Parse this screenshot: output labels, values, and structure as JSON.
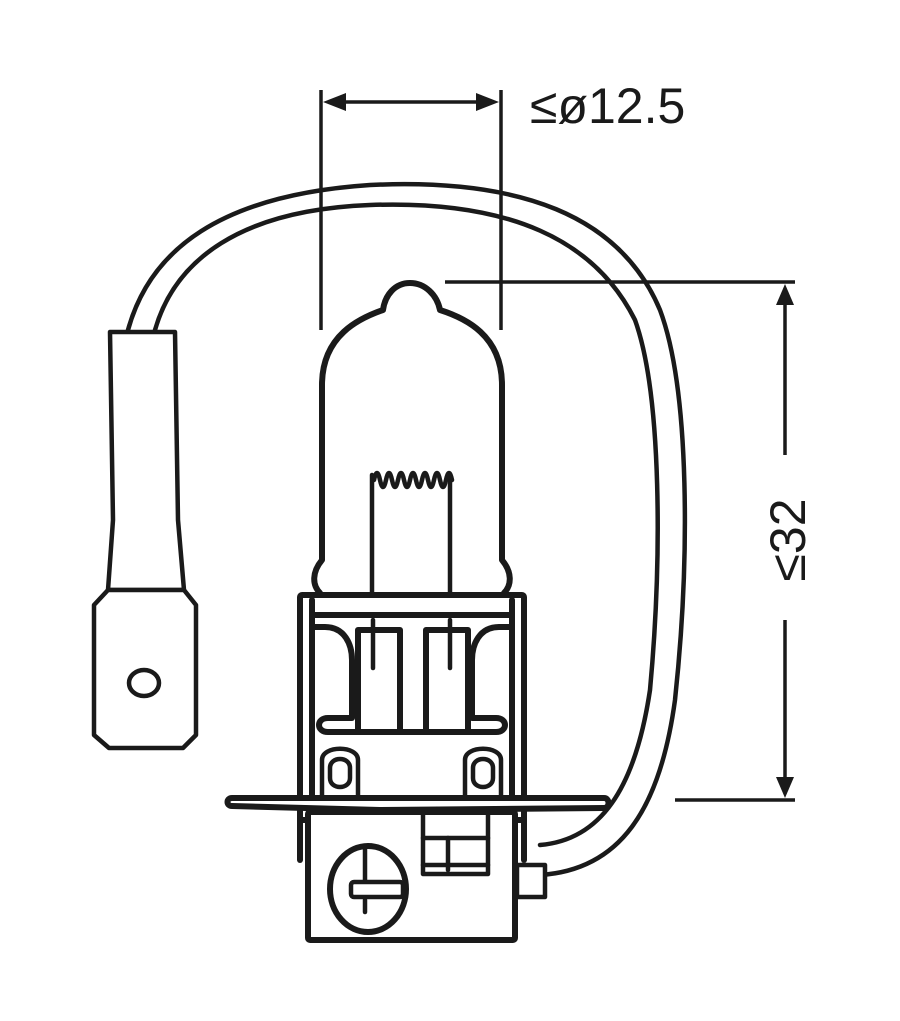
{
  "diagram": {
    "subject": "H3 halogen bulb technical drawing",
    "colors": {
      "line": "#1a1a1a",
      "background": "#ffffff"
    },
    "dimensions": {
      "diameter": {
        "label": "≤ø12.5",
        "symbol": "≤ø",
        "value": "12.5"
      },
      "height": {
        "label": "≤32",
        "symbol": "≤",
        "value": "32"
      }
    },
    "parts": [
      "glass-bulb",
      "filament",
      "base",
      "flange",
      "wire",
      "connector-terminal"
    ]
  }
}
